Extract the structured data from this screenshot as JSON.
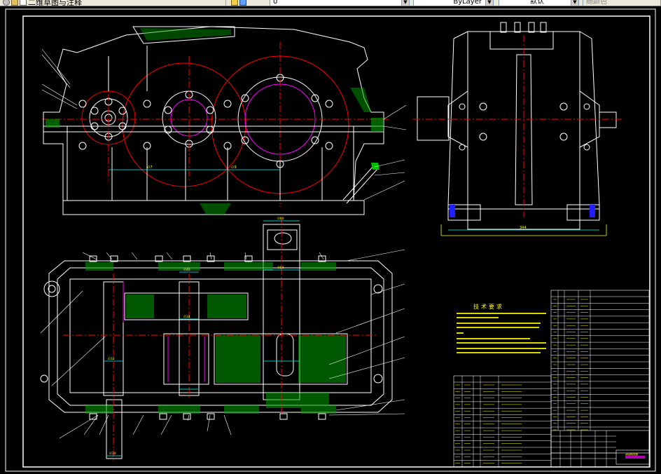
{
  "toolbar": {
    "workspace_label": "二维草图与注释",
    "layer_combo": "0",
    "linetype_combo": "ByLayer",
    "style_combo": "默认",
    "extra_combo": "随颜色"
  },
  "drawing": {
    "title": "减速器装配图",
    "technical_requirements_title": "技术要求",
    "dimensions": {
      "front_span_a": "∅7",
      "front_span_b": "∅9",
      "side_overall": "344",
      "plan_top": "∅60",
      "plan_left": "∅34",
      "plan_mid_a": "∅40",
      "plan_mid_b": "∅50",
      "plan_shaft": "∅32",
      "plan_bottom": "∅30"
    }
  },
  "colors": {
    "background": "#000000",
    "outline": "#ffffff",
    "center_line": "#ff0000",
    "hatch": "#00c000",
    "dimension": "#00ffff",
    "text": "#ffff00",
    "magenta": "#ff00ff",
    "blue": "#4040ff"
  }
}
